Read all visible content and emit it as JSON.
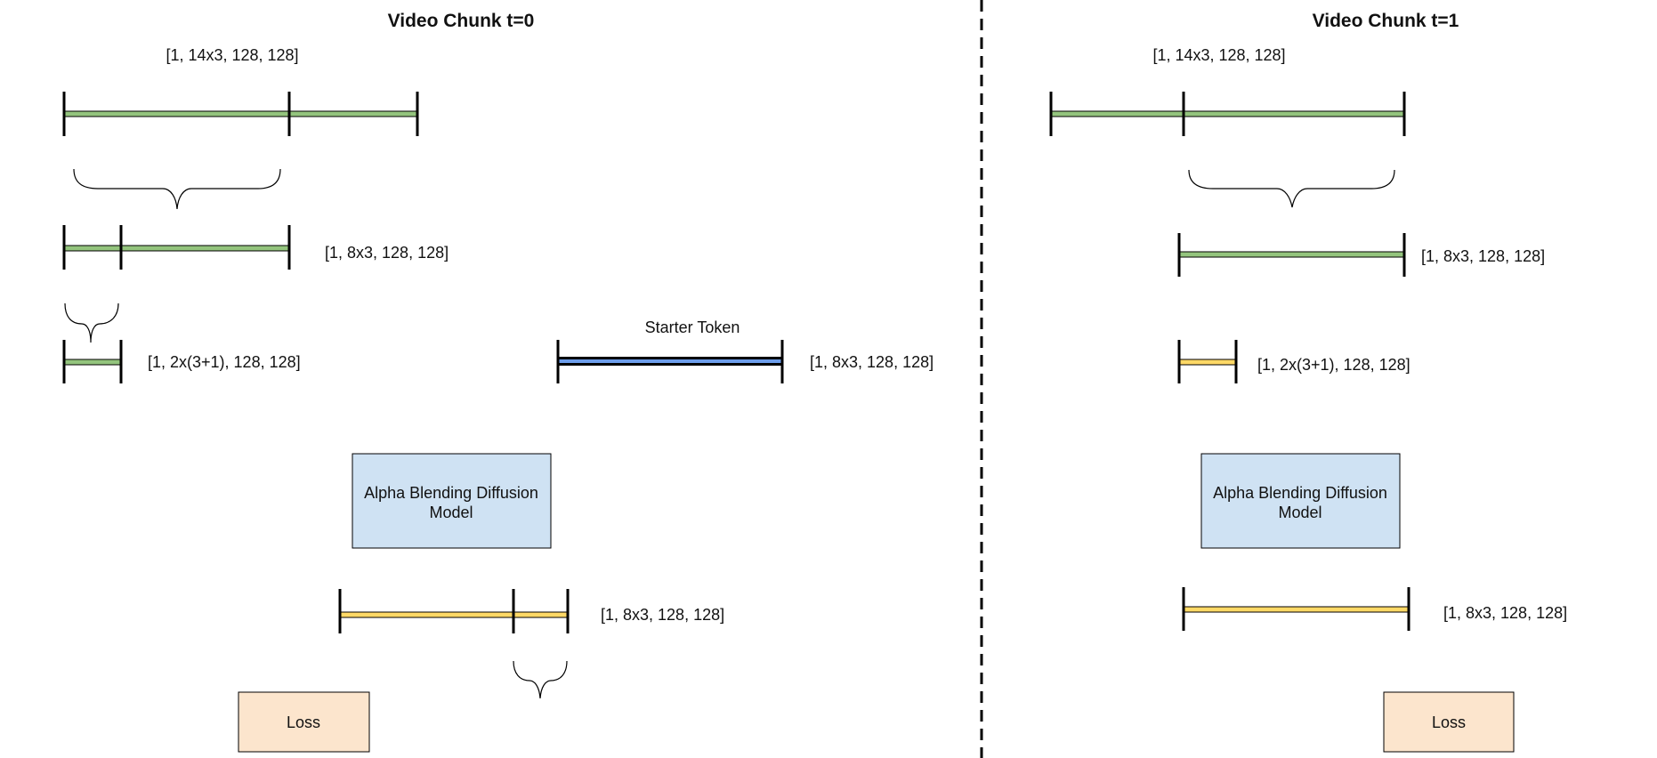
{
  "colors": {
    "green_bar": "#93c47d",
    "yellow_bar": "#ffd966",
    "blue_bar": "#6d9eeb",
    "model_box": "#cfe2f3",
    "loss_box": "#fce5cd",
    "stroke": "#000000"
  },
  "panels": [
    {
      "id": "t0",
      "title": "Video Chunk t=0",
      "input_label": "[1, 14x3, 128, 128]",
      "context_label": "[1, 8x3, 128, 128]",
      "condition_label": "[1, 2x(3+1), 128, 128]",
      "starter_token": {
        "title": "Starter Token",
        "label": "[1, 8x3, 128, 128]"
      },
      "model_label_line1": "Alpha Blending Diffusion",
      "model_label_line2": "Model",
      "output_label": "[1, 8x3, 128, 128]",
      "loss_label": "Loss"
    },
    {
      "id": "t1",
      "title": "Video Chunk t=1",
      "input_label": "[1, 14x3, 128, 128]",
      "context_label": "[1, 8x3, 128, 128]",
      "condition_label": "[1, 2x(3+1), 128, 128]",
      "model_label_line1": "Alpha Blending Diffusion",
      "model_label_line2": "Model",
      "output_label": "[1, 8x3, 128, 128]",
      "loss_label": "Loss"
    }
  ]
}
